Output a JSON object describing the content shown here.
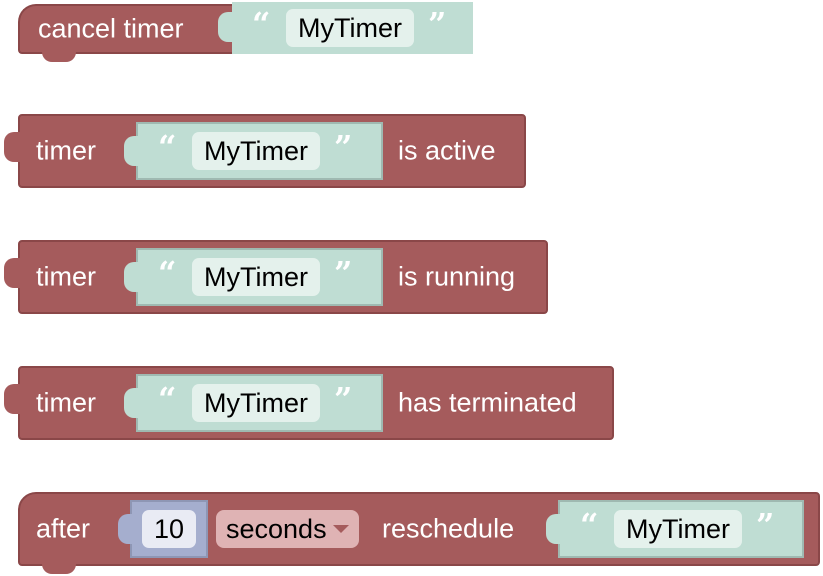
{
  "blocks": {
    "cancel_timer": {
      "label": "cancel timer",
      "timer_name": "MyTimer"
    },
    "timer_active": {
      "label_before": "timer",
      "timer_name": "MyTimer",
      "label_after": "is active"
    },
    "timer_running": {
      "label_before": "timer",
      "timer_name": "MyTimer",
      "label_after": "is running"
    },
    "timer_terminated": {
      "label_before": "timer",
      "timer_name": "MyTimer",
      "label_after": "has terminated"
    },
    "after_reschedule": {
      "label_before": "after",
      "amount": "10",
      "unit": "seconds",
      "label_middle": "reschedule",
      "timer_name": "MyTimer"
    }
  },
  "quote_open": "“",
  "quote_close": "”",
  "colors": {
    "block": "#a55b5c",
    "text_socket": "#bfddd3",
    "number_socket": "#a5aece",
    "field_bg": "#e4f1ec",
    "dropdown_bg": "#dfb3b4"
  },
  "icons": {
    "dropdown_arrow": "triangle-down-icon"
  }
}
